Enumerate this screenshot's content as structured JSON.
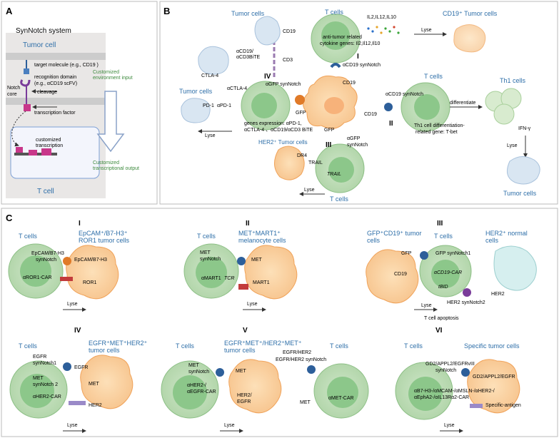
{
  "panelA": {
    "letter": "A",
    "title": "SynNotch system",
    "tumor_cell": "Tumor  cell",
    "target_molecule": "target molecule (e.g., CD19 )",
    "recognition_1": "recognition domain",
    "recognition_2": "(e.g., αCD19 scFV)",
    "notch_1": "Notch",
    "notch_2": "core",
    "cleavage": "cleavage",
    "tf": "transcription factor",
    "customized_1": "customized",
    "customized_2": "transcription",
    "t_cell": "T  cell",
    "env_1": "Customized",
    "env_2": "environment input",
    "out_1": "Customized",
    "out_2": "transcriptional output"
  },
  "panelB": {
    "letter": "B",
    "tumor_cells_top": "Tumor cells",
    "t_cells_top": "T cells",
    "cytokines": "IL2,IL12,IL10",
    "lyse": "Lyse",
    "cd19_tumor": "CD19⁺ Tumor cells",
    "anti_tumor_1": "anti-tumor related",
    "anti_tumor_2": "cytokine genes: Il2,Il12,Il10",
    "roman_I": "I",
    "acd19_synnotch": "αCD19 synNotch",
    "cd19": "CD19",
    "cd3": "CD3",
    "ctla4": "CTLA-4",
    "acd19_bite_1": "αCD19/",
    "acd19_bite_2": "αCD3BiTE",
    "roman_IV": "IV",
    "tumor_cells_left": "Tumor cells",
    "actla4": "αCTLA-4",
    "agfp_synnotch": "αGFP synNotch",
    "pd1": "PD-1",
    "apd1": "αPD-1",
    "genes_1": "genes expression: αPD-1,",
    "genes_2": "αCTLA-4 、αCD19/αCD3 BiTE",
    "gfp": "GFP",
    "t_cells_right": "T cells",
    "acd19_synnotch_right": "αCD19 synNotch",
    "roman_II": "II",
    "differentiate": "differentiate",
    "th1_cells": "Th1 cells",
    "th1_gene_1": "Th1 cell differentiation-",
    "th1_gene_2": "related gene: T-bet",
    "ifn": "IFN-γ",
    "tumor_cells_br": "Tumor cells",
    "her2_tumor": "HER2⁺ Tumor cells",
    "dr4": "DR4",
    "trail": "TRAIL",
    "trail_gene": "TRAIL",
    "roman_III": "III",
    "agfp_synnotch_b": "αGFP",
    "agfp_synnotch_b2": "synNotch",
    "t_cells_bottom": "T cells"
  },
  "panelC": {
    "letter": "C",
    "I": {
      "roman": "I",
      "t_cells": "T cells",
      "target_1": "EpCAM⁺/B7-H3⁺",
      "target_2": "ROR1 tumor cells",
      "synnotch_1": "EpCAM/B7-H3",
      "synnotch_2": "synNotch",
      "ligand": "EpCAM/B7-H3",
      "car": "αROR1-CAR",
      "antigen": "ROR1",
      "lyse": "Lyse"
    },
    "II": {
      "roman": "II",
      "t_cells": "T cells",
      "target_1": "MET⁺MART1⁺",
      "target_2": "melanocyte cells",
      "synnotch_1": "MET",
      "synnotch_2": "synNotch",
      "ligand": "MET",
      "car": "αMART1",
      "tcr": "TCR",
      "antigen": "MART1",
      "lyse": "Lyse"
    },
    "III": {
      "roman": "III",
      "gfp_tumor_1": "GFP⁺CD19⁺ tumor",
      "gfp_tumor_2": "cells",
      "t_cells": "T cells",
      "her2_normal_1": "HER2⁺ normal",
      "her2_normal_2": "cells",
      "gfp": "GFP",
      "gfp_synnotch": "GFP synNotch1",
      "cd19": "CD19",
      "car": "αCD19-CAR",
      "tbid": "tBID",
      "her2_synnotch": "HER2 synNotch2",
      "her2": "HER2",
      "lyse": "Lyse",
      "apoptosis": "T  cell apoptosis"
    },
    "IV": {
      "roman": "IV",
      "t_cells": "T cells",
      "target_1": "EGFR⁺MET⁺HER2⁺",
      "target_2": "tumor cells",
      "egfr_synnotch_1": "EGFR",
      "egfr_synnotch_2": "synNotch1",
      "egfr": "EGFR",
      "met_synnotch_1": "MET",
      "met_synnotch_2": "synNotch 2",
      "met": "MET",
      "car": "αHER2-CAR",
      "her2": "HER2",
      "lyse": "Lyse"
    },
    "V": {
      "roman": "V",
      "t_cells_left": "T cells",
      "target_1": "EGFR⁺MET⁺/HER2⁺MET⁺",
      "target_2": "tumor cells",
      "t_cells_right": "T cells",
      "met_synnotch_1": "MET",
      "met_synnotch_2": "synNotch",
      "met_top": "MET",
      "car_1": "αHER2-/",
      "car_2": "αEGFR-CAR",
      "her2_egfr_1": "HER2/",
      "her2_egfr_2": "EGFR",
      "egfr_her2": "EGFR/HER2",
      "egfr_her2_synnotch": "EGFR/HER2 synNotch",
      "met_bottom": "MET",
      "amet_car": "αMET-CAR",
      "lyse": "Lyse"
    },
    "VI": {
      "roman": "VI",
      "t_cells": "T cells",
      "target": "Specific tumor cells",
      "synnotch_1": "GD2/APPL2/EGFRvIII",
      "synnotch_2": "synNotch",
      "ligand": "GD2/APPL2/EGFR",
      "car_1": "αB7-H3-/αMCAM-/αMSLN-/αHER2-/",
      "car_2": "αEphA2-/αIL13Rα2-CAR",
      "antigen": "Specific-antigen",
      "lyse": "Lyse"
    }
  }
}
